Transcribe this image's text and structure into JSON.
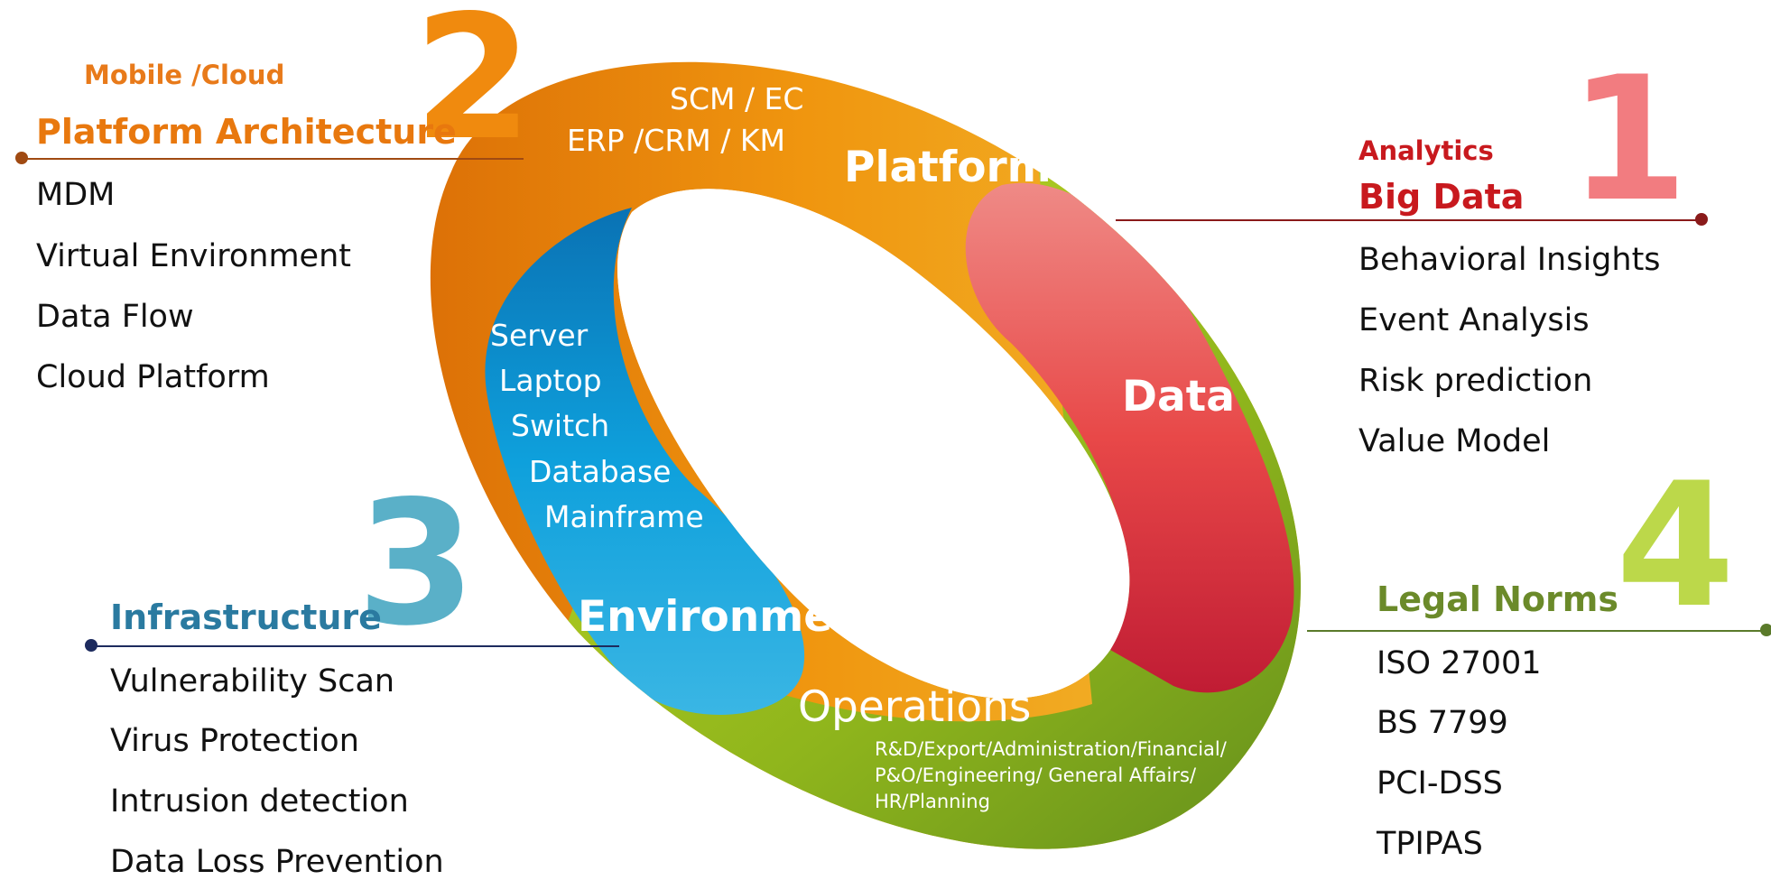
{
  "sections": {
    "platform": {
      "number": "2",
      "sub": "Mobile /Cloud",
      "title": "Platform Architecture",
      "items": [
        "MDM",
        "Virtual Environment",
        "Data Flow",
        "Cloud Platform"
      ]
    },
    "data": {
      "number": "1",
      "sub": "Analytics",
      "title": "Big Data",
      "items": [
        "Behavioral Insights",
        "Event Analysis",
        "Risk prediction",
        "Value Model"
      ]
    },
    "infra": {
      "number": "3",
      "title": "Infrastructure",
      "items": [
        "Vulnerability Scan",
        "Virus Protection",
        "Intrusion detection",
        "Data Loss Prevention"
      ]
    },
    "legal": {
      "number": "4",
      "title": "Legal Norms",
      "items": [
        "ISO 27001",
        "BS 7799",
        "PCI-DSS",
        "TPIPAS"
      ]
    }
  },
  "ring": {
    "platform": {
      "label": "Platform",
      "line1": "SCM / EC",
      "line2": "ERP /CRM /  KM"
    },
    "data": {
      "label": "Data"
    },
    "environment": {
      "label": "Environment",
      "items": [
        "Server",
        "Laptop",
        "Switch",
        "Database",
        "Mainframe"
      ]
    },
    "operations": {
      "label": "Operations",
      "lines": [
        "R&D/Export/Administration/Financial/",
        "P&O/Engineering/ General Affairs/",
        "HR/Planning"
      ]
    }
  },
  "colors": {
    "orange": "#e8800a",
    "red": "#c8191e",
    "pink": "#f47c7c",
    "blue": "#1fa0d8",
    "teal": "#5ab0c8",
    "green": "#b5d53a",
    "olive": "#6b8a2a",
    "navy": "#1d2b5e"
  }
}
